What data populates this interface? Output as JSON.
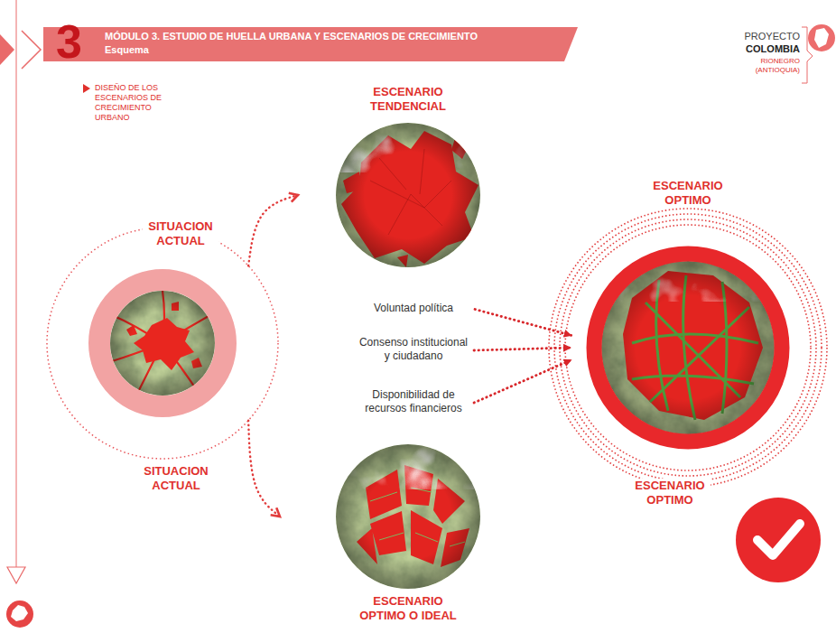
{
  "diagram": {
    "title": "MÓDULO 3. ESTUDIO DE HUELLA URBANA Y ESCENARIOS DE CRECIMIENTO",
    "nodes": [
      {
        "text": [
          "SITUACION ACTUAL",
          "SITUACION ACTUAL"
        ]
      },
      {
        "text": [
          "ESCENARIO TENDENCIAL"
        ]
      },
      {
        "text": [
          "Voluntad política"
        ]
      },
      {
        "text": [
          "Consenso institucional y ciudadano"
        ]
      },
      {
        "text": [
          "Disponibilidad de recursos financieros"
        ]
      },
      {
        "text": [
          "ESCENARIO OPTIMO",
          "ESCENARIO OPTIMO"
        ]
      },
      {
        "text": [
          "ESCENARIO OPTIMO O IDEAL"
        ]
      }
    ],
    "edges": [
      {
        "from": 0,
        "to": 1,
        "arrow": "to"
      },
      {
        "from": 0,
        "to": 6,
        "arrow": "to"
      },
      {
        "from": 2,
        "to": 5,
        "arrow": "to"
      },
      {
        "from": 3,
        "to": 5,
        "arrow": "to"
      },
      {
        "from": 4,
        "to": 5,
        "arrow": "to"
      }
    ],
    "labels": [
      "3",
      "Esquema",
      "PROYECTO",
      "COLOMBIA",
      "RIONEGRO (ANTIOQUIA)",
      "DISEÑO DE LOS ESCENARIOS DE CRECIMIENTO URBANO"
    ]
  }
}
